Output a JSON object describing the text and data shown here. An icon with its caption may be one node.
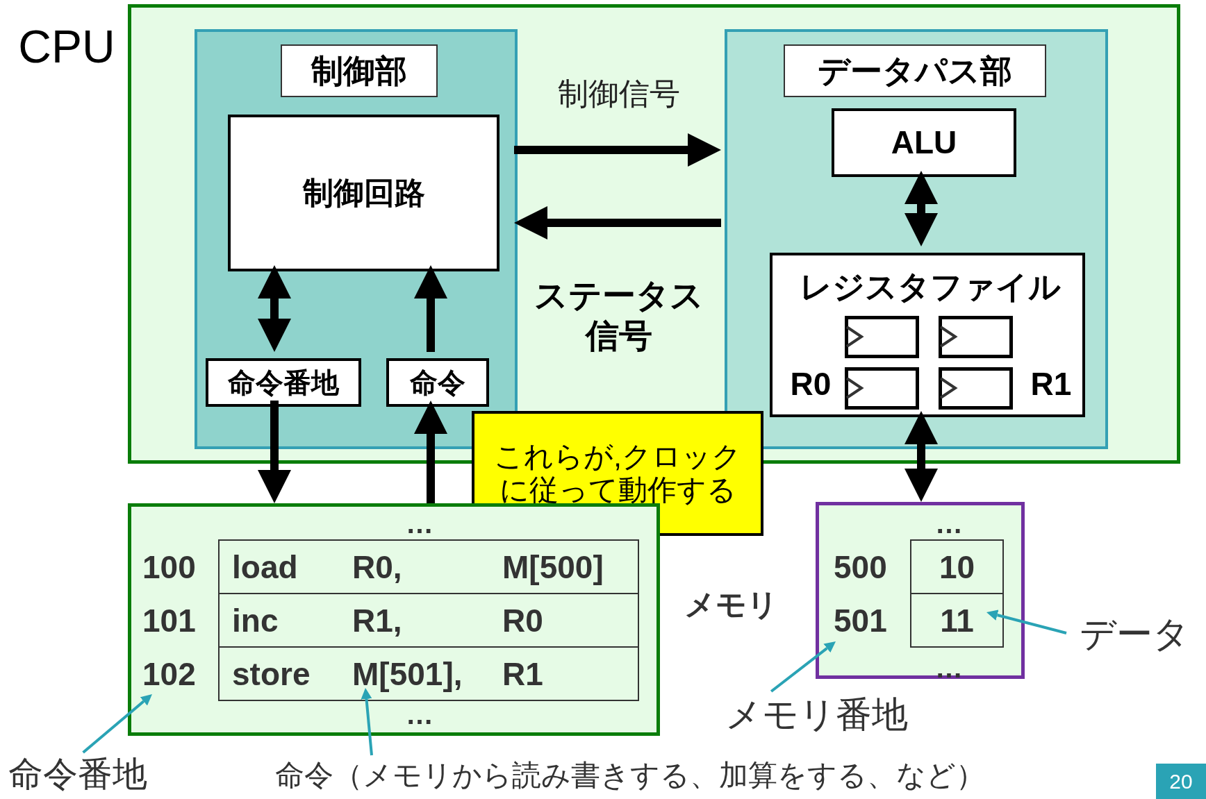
{
  "diagram": {
    "nodes": [
      {
        "text": [
          "CPU"
        ]
      },
      {
        "text": [
          "制御部"
        ],
        "in": 0
      },
      {
        "text": [
          "制御回路"
        ],
        "in": 1
      },
      {
        "text": [
          "命令番地"
        ],
        "in": 1
      },
      {
        "text": [
          "命令"
        ],
        "in": 1
      },
      {
        "text": [
          "データパス部"
        ],
        "in": 0
      },
      {
        "text": [
          "ALU"
        ],
        "in": 5
      },
      {
        "text": [
          "レジスタファイル",
          "R0",
          "R1"
        ],
        "in": 5
      },
      {
        "text": [
          "これらが,クロックに従って動作する"
        ]
      },
      {
        "text": [],
        "shape": "box"
      },
      {
        "text": [],
        "shape": "box"
      },
      {
        "text": [
          "命令番地"
        ]
      },
      {
        "text": [
          "命令（メモリから読み書きする、加算をする、など）"
        ]
      },
      {
        "text": [
          "メモリ番地"
        ]
      },
      {
        "text": [
          "データ"
        ]
      }
    ],
    "edges": [
      {
        "from": 1,
        "to": 5,
        "arrow": "to",
        "label": "制御信号"
      },
      {
        "from": 5,
        "to": 1,
        "arrow": "to",
        "label": "ステータス信号"
      },
      {
        "from": 2,
        "to": 3,
        "arrow": "both"
      },
      {
        "from": 4,
        "to": 2,
        "arrow": "to"
      },
      {
        "from": 3,
        "to": 9,
        "arrow": "to"
      },
      {
        "from": 9,
        "to": 4,
        "arrow": "to"
      },
      {
        "from": 6,
        "to": 7,
        "arrow": "both"
      },
      {
        "from": 7,
        "to": 10,
        "arrow": "both"
      },
      {
        "from": 11,
        "to": 9,
        "arrow": "to",
        "color": "#2aa3b5"
      },
      {
        "from": 12,
        "to": 9,
        "arrow": "to",
        "color": "#2aa3b5"
      },
      {
        "from": 13,
        "to": 10,
        "arrow": "to",
        "color": "#2aa3b5"
      },
      {
        "from": 14,
        "to": 10,
        "arrow": "to",
        "color": "#2aa3b5"
      }
    ],
    "labels": [
      "メモリ",
      "…",
      "100",
      "load",
      "R0,",
      "M[500]",
      "101",
      "inc",
      "R1,",
      "R0",
      "102",
      "store",
      "M[501],",
      "R1",
      "…",
      "…",
      "500",
      "10",
      "501",
      "11",
      "…",
      "20"
    ]
  }
}
